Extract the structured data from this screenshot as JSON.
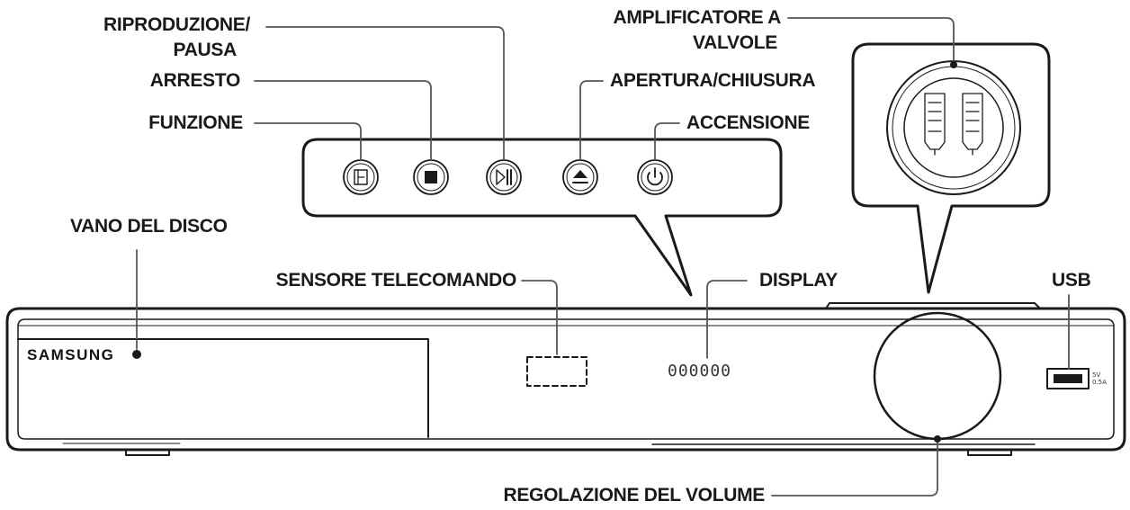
{
  "labels": {
    "play_pause_line1": "RIPRODUZIONE/",
    "play_pause_line2": "PAUSA",
    "stop": "ARRESTO",
    "function": "FUNZIONE",
    "open_close": "APERTURA/CHIUSURA",
    "power": "ACCENSIONE",
    "tube_amp_line1": "AMPLIFICATORE A",
    "tube_amp_line2": "VALVOLE",
    "disc_tray": "VANO DEL DISCO",
    "remote_sensor": "SENSORE TELECOMANDO",
    "display": "DISPLAY",
    "usb": "USB",
    "volume": "REGOLAZIONE DEL VOLUME"
  },
  "device": {
    "brand": "SAMSUNG",
    "display_digits": "000000",
    "usb_spec_line1": "5V",
    "usb_spec_line2": "0.5A"
  }
}
